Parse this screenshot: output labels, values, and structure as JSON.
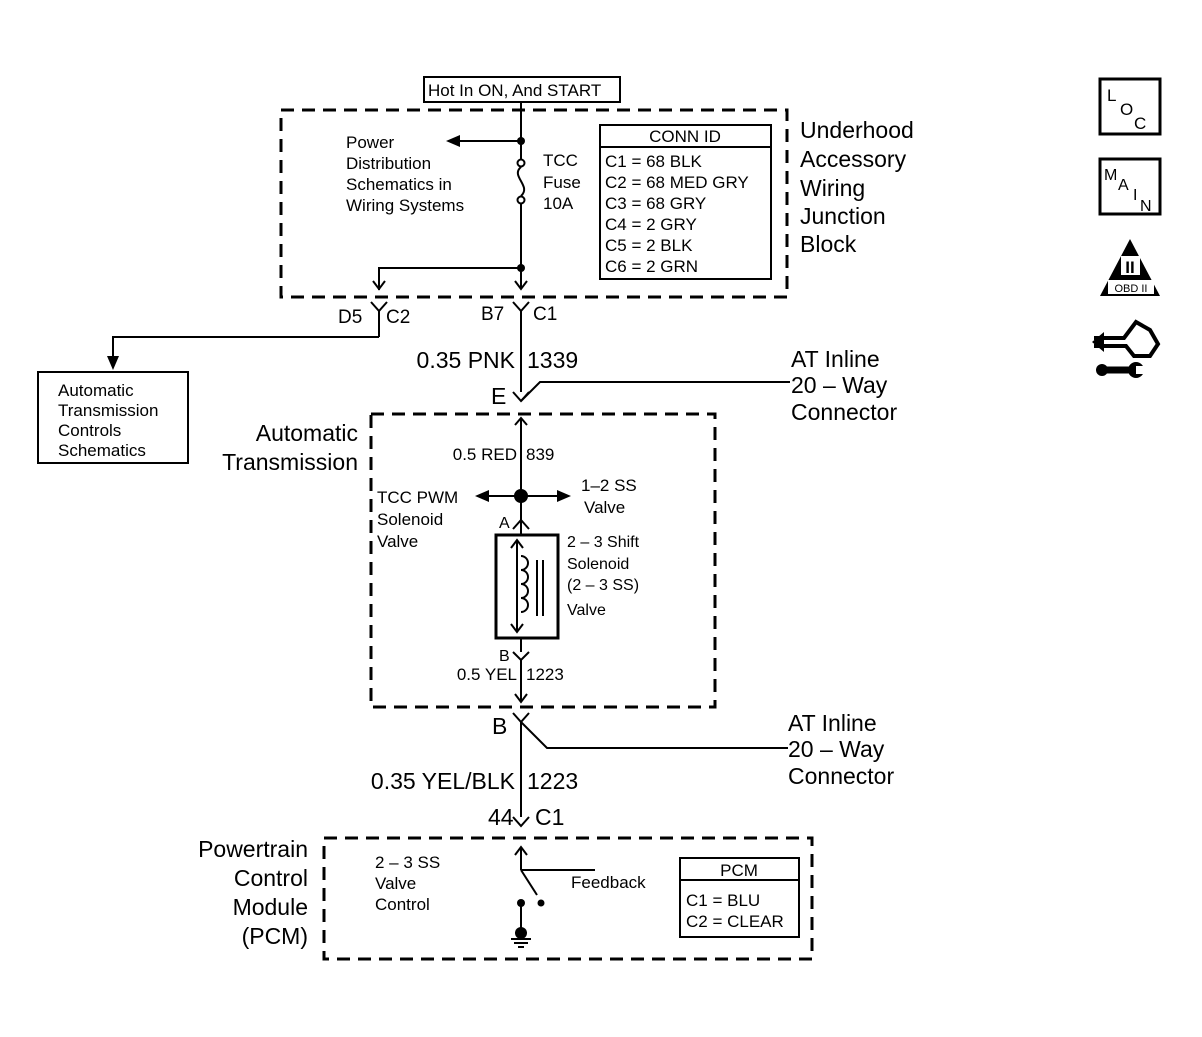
{
  "supply": {
    "label": "Hot In ON, And START"
  },
  "underhood_block": {
    "name_lines": [
      "Underhood",
      "Accessory",
      "Wiring",
      "Junction",
      "Block"
    ],
    "power_ref_lines": [
      "Power",
      "Distribution",
      "Schematics in",
      "Wiring Systems"
    ],
    "fuse_lines": [
      "TCC",
      "Fuse",
      "10A"
    ],
    "conn_id": {
      "title": "CONN ID",
      "rows": [
        "C1 = 68 BLK",
        "C2 = 68 MED GRY",
        "C3 = 68 GRY",
        "C4 = 2 GRY",
        "C5 = 2 BLK",
        "C6 = 2 GRN"
      ]
    },
    "left_pin": "D5",
    "left_conn": "C2",
    "right_pin": "B7",
    "right_conn": "C1"
  },
  "atc_ref_lines": [
    "Automatic",
    "Transmission",
    "Controls",
    "Schematics"
  ],
  "wire1": {
    "size_color": "0.35 PNK",
    "circuit": "1339"
  },
  "inline_connector_top": {
    "pin": "E",
    "name_lines": [
      "AT Inline",
      "20 – Way",
      "Connector"
    ]
  },
  "transmission": {
    "name_lines": [
      "Automatic",
      "Transmission"
    ],
    "wire_in": {
      "size_color": "0.5 RED",
      "circuit": "839"
    },
    "tcc_pwm_lines": [
      "TCC PWM",
      "Solenoid",
      "Valve"
    ],
    "ss12_lines": [
      "1–2 SS",
      "Valve"
    ],
    "pin_a": "A",
    "solenoid_lines": [
      "2 – 3 Shift",
      "Solenoid",
      "(2 – 3 SS)",
      "Valve"
    ],
    "pin_b": "B",
    "wire_out": {
      "size_color": "0.5 YEL",
      "circuit": "1223"
    }
  },
  "inline_connector_bottom": {
    "pin": "B",
    "name_lines": [
      "AT Inline",
      "20 – Way",
      "Connector"
    ]
  },
  "wire2": {
    "size_color": "0.35 YEL/BLK",
    "circuit": "1223"
  },
  "pcm": {
    "pin": "44",
    "conn": "C1",
    "name_lines": [
      "Powertrain",
      "Control",
      "Module",
      "(PCM)"
    ],
    "control_lines": [
      "2 – 3 SS",
      "Valve",
      "Control"
    ],
    "feedback": "Feedback",
    "conn_table": {
      "title": "PCM",
      "rows": [
        "C1 = BLU",
        "C2 = CLEAR"
      ]
    }
  },
  "side_icons": {
    "loc": {
      "letters": [
        "L",
        "O",
        "C"
      ]
    },
    "main": {
      "letters": [
        "M",
        "A",
        "I",
        "N"
      ]
    },
    "obd": {
      "roman": "II",
      "label": "OBD II"
    },
    "tools": "tools-icon"
  }
}
